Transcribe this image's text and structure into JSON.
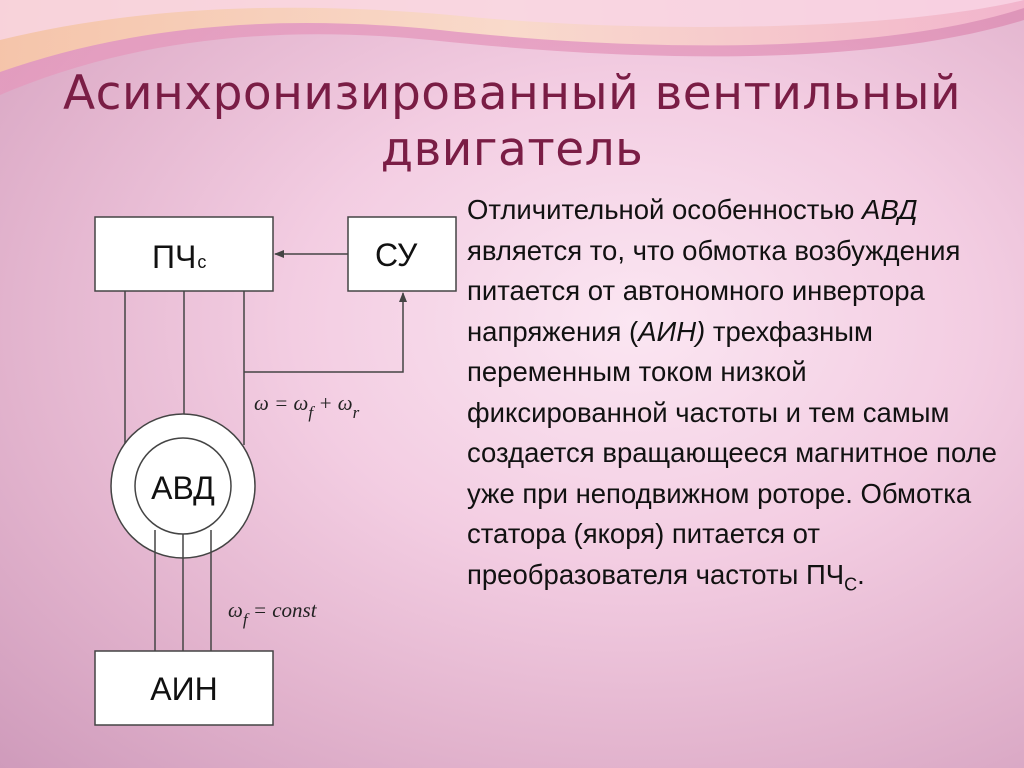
{
  "slide": {
    "title_line1": "Асинхронизированный вентильный",
    "title_line2": "двигатель",
    "body": {
      "p1": "Отличительной особенностью ",
      "abbr_avd": "АВД",
      "p2": " является то, что обмотка возбуждения питается от автономного инвертора напряжения (",
      "abbr_ain": "АИН)",
      "p3": " трехфазным переменным током низкой фиксированной частоты и тем самым создается вращающееся магнитное поле уже при неподвижном роторе. Обмотка статора (якоря) питается от преобразователя частоты ПЧ",
      "sub": "С",
      "end": "."
    }
  },
  "diagram": {
    "pch_label": "ПЧ",
    "pch_sub": "с",
    "su_label": "СУ",
    "avd_label": "АВД",
    "ain_label": "АИН",
    "formula_top": "ω = ω",
    "formula_top_sub1": "f",
    "formula_top_mid": " + ω",
    "formula_top_sub2": "r",
    "formula_bottom": "ω",
    "formula_bottom_sub": "f",
    "formula_bottom_rest": " = const"
  },
  "colors": {
    "title": "#7a1d45",
    "text": "#111111",
    "line": "#444444"
  }
}
